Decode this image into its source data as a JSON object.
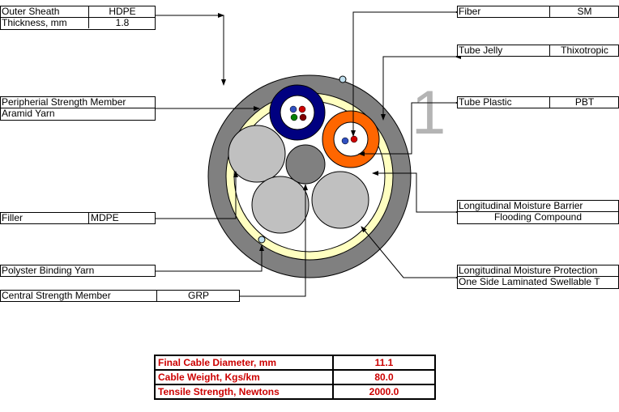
{
  "left_labels": {
    "outer_sheath": {
      "key": "Outer Sheath",
      "value": "HDPE"
    },
    "thickness": {
      "key": "Thickness, mm",
      "value": "1.8"
    },
    "peripheral_line1": "Peripherial Strength Member",
    "peripheral_line2": "Aramid Yarn",
    "filler": {
      "key": "Filler",
      "value": "MDPE"
    },
    "binding_yarn": "Polyster Binding Yarn",
    "central_member": {
      "key": "Central Strength Member",
      "value": "GRP"
    }
  },
  "right_labels": {
    "fiber": {
      "key": "Fiber",
      "value": "SM"
    },
    "tube_jelly": {
      "key": "Tube Jelly",
      "value": "Thixotropic"
    },
    "tube_plastic": {
      "key": "Tube Plastic",
      "value": "PBT"
    },
    "moisture_barrier_line1": "Longitudinal Moisture Barrier",
    "moisture_barrier_line2": "Flooding Compound",
    "moisture_protection_line1": "Longitudinal Moisture Protection",
    "moisture_protection_line2": "One Side Laminated Swellable T"
  },
  "tube_count_label": "1",
  "summary": [
    {
      "key": "Final Cable Diameter, mm",
      "value": "11.1"
    },
    {
      "key": "Cable Weight, Kgs/km",
      "value": "80.0"
    },
    {
      "key": "Tensile Strength, Newtons",
      "value": "2000.0"
    }
  ],
  "colors": {
    "outer_sheath": "#808080",
    "yarn_ring": "#ffffc0",
    "inner": "#ffffff",
    "blue_tube": "#000080",
    "orange_tube": "#ff6600",
    "filler": "#c0c0c0",
    "central_member": "#808080",
    "summary_text": "#cc0000"
  }
}
